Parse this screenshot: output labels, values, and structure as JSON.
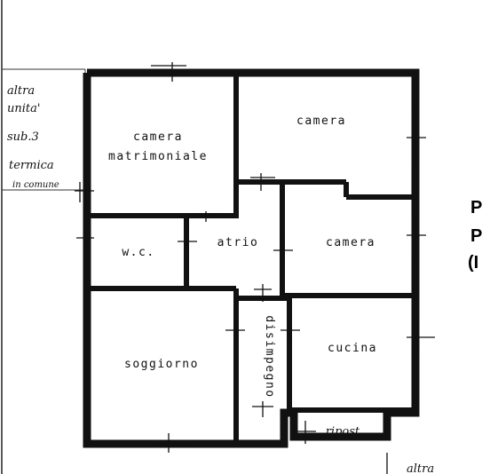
{
  "plan": {
    "rooms": {
      "camera_matrimoniale_line1": "camera",
      "camera_matrimoniale_line2": "matrimoniale",
      "camera_top": "camera",
      "wc": "w.c.",
      "atrio": "atrio",
      "camera_mid": "camera",
      "soggiorno": "soggiorno",
      "disimpegno": "disimpegno",
      "cucina": "cucina",
      "ripostiglio": "ripost."
    },
    "annotation": {
      "line1": "altra",
      "line2": "unita'",
      "line3": "sub.3",
      "line4": "termica",
      "line5": "in comune"
    },
    "bottom_note": "altra",
    "side_text": [
      "P",
      "P",
      "(I"
    ]
  },
  "colors": {
    "wall": "#111111",
    "background": "#ffffff"
  }
}
